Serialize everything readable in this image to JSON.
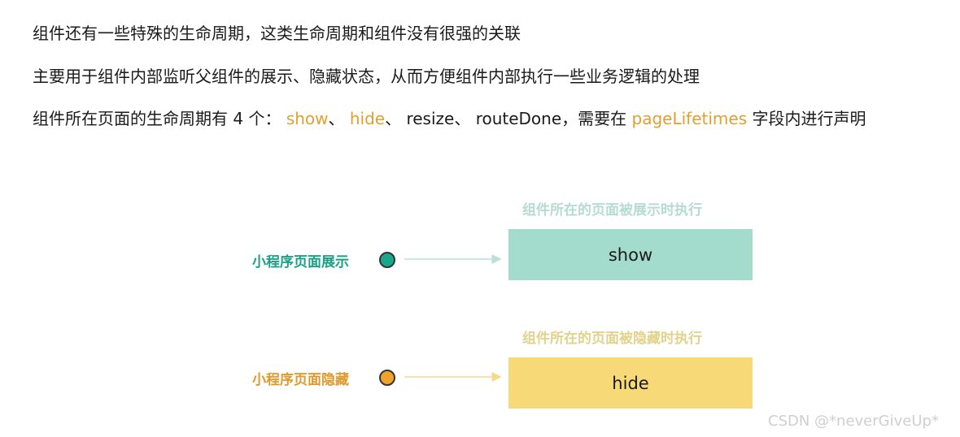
{
  "text": {
    "line1": "组件还有一些特殊的生命周期，这类生命周期和组件没有很强的关联",
    "line2": "主要用于组件内部监听父组件的展示、隐藏状态，从而方便组件内部执行一些业务逻辑的处理",
    "line3": {
      "part1": "组件所在页面的生命周期有 4 个：",
      "show": "show",
      "sep1": "、",
      "hide": "hide",
      "sep2": "、 resize、 routeDone，需要在 ",
      "pageLifetimes": "pageLifetimes",
      "part2": " 字段内进行声明"
    }
  },
  "diagram": {
    "show_row": {
      "caption": "组件所在的页面被展示时执行",
      "label": "小程序页面展示",
      "box": "show"
    },
    "hide_row": {
      "caption": "组件所在的页面被隐藏时执行",
      "label": "小程序页面隐藏",
      "box": "hide"
    }
  },
  "watermark": "CSDN @*neverGiveUp*",
  "colors": {
    "highlight": "#e0a030",
    "show_green": "#1aa087",
    "show_box": "#a3dccd",
    "hide_orange": "#e09a2c",
    "hide_box": "#f7d977"
  }
}
